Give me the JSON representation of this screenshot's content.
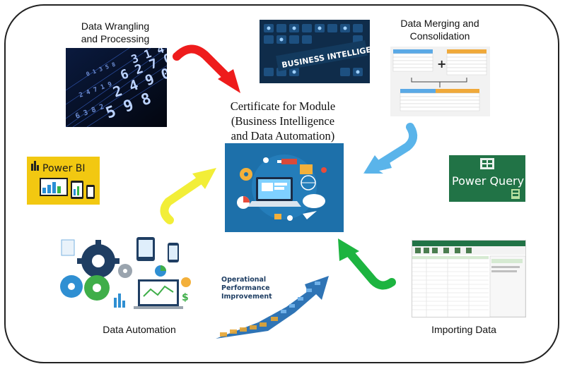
{
  "nodes": {
    "wrangling": "Data Wrangling\nand Processing",
    "merging": "Data Merging and\nConsolidation",
    "automation": "Data Automation",
    "importing": "Importing Data"
  },
  "center": {
    "title": "Certificate for Module\n(Business Intelligence\nand Data Automation)"
  },
  "images": {
    "business_intelligence": "BUSINESS INTELLIGENCE",
    "power_bi": "Power BI",
    "power_query": "Power Query",
    "operational_1": "Operational",
    "operational_2": "Performance",
    "operational_3": "Improvement"
  },
  "colors": {
    "arrow_red": "#ee1c1c",
    "arrow_blue": "#5ab4ea",
    "arrow_yellow": "#f2ee38",
    "arrow_green": "#1db440",
    "powerbi_yellow": "#f2c811",
    "powerquery_green": "#217346",
    "bi_navy": "#0f2c4a"
  }
}
